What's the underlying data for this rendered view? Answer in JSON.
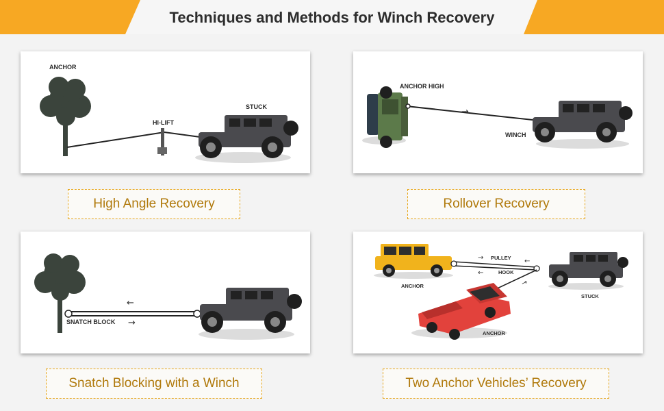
{
  "header": {
    "title": "Techniques and Methods for Winch Recovery"
  },
  "panels": [
    {
      "caption": "High Angle Recovery",
      "labels": {
        "anchor": "ANCHOR",
        "hilift": "HI-LIFT",
        "stuck": "STUCK"
      }
    },
    {
      "caption": "Rollover Recovery",
      "labels": {
        "anchor_high": "ANCHOR HIGH",
        "winch": "WINCH"
      }
    },
    {
      "caption": "Snatch Blocking with a Winch",
      "labels": {
        "snatch_block": "SNATCH BLOCK"
      }
    },
    {
      "caption": "Two Anchor Vehicles’ Recovery",
      "labels": {
        "anchor_top": "ANCHOR",
        "pulley": "PULLEY",
        "hook": "HOOK",
        "stuck": "STUCK",
        "anchor_bottom": "ANCHOR"
      }
    }
  ],
  "colors": {
    "accent": "#f7a823",
    "caption_text": "#b0790b",
    "caption_border": "#e6a417",
    "jeep": "#4a4a4e",
    "tree": "#3b443c",
    "rollover": "#5c7a4a",
    "yellow_suv": "#f1b31c",
    "red_truck": "#e2423c"
  }
}
